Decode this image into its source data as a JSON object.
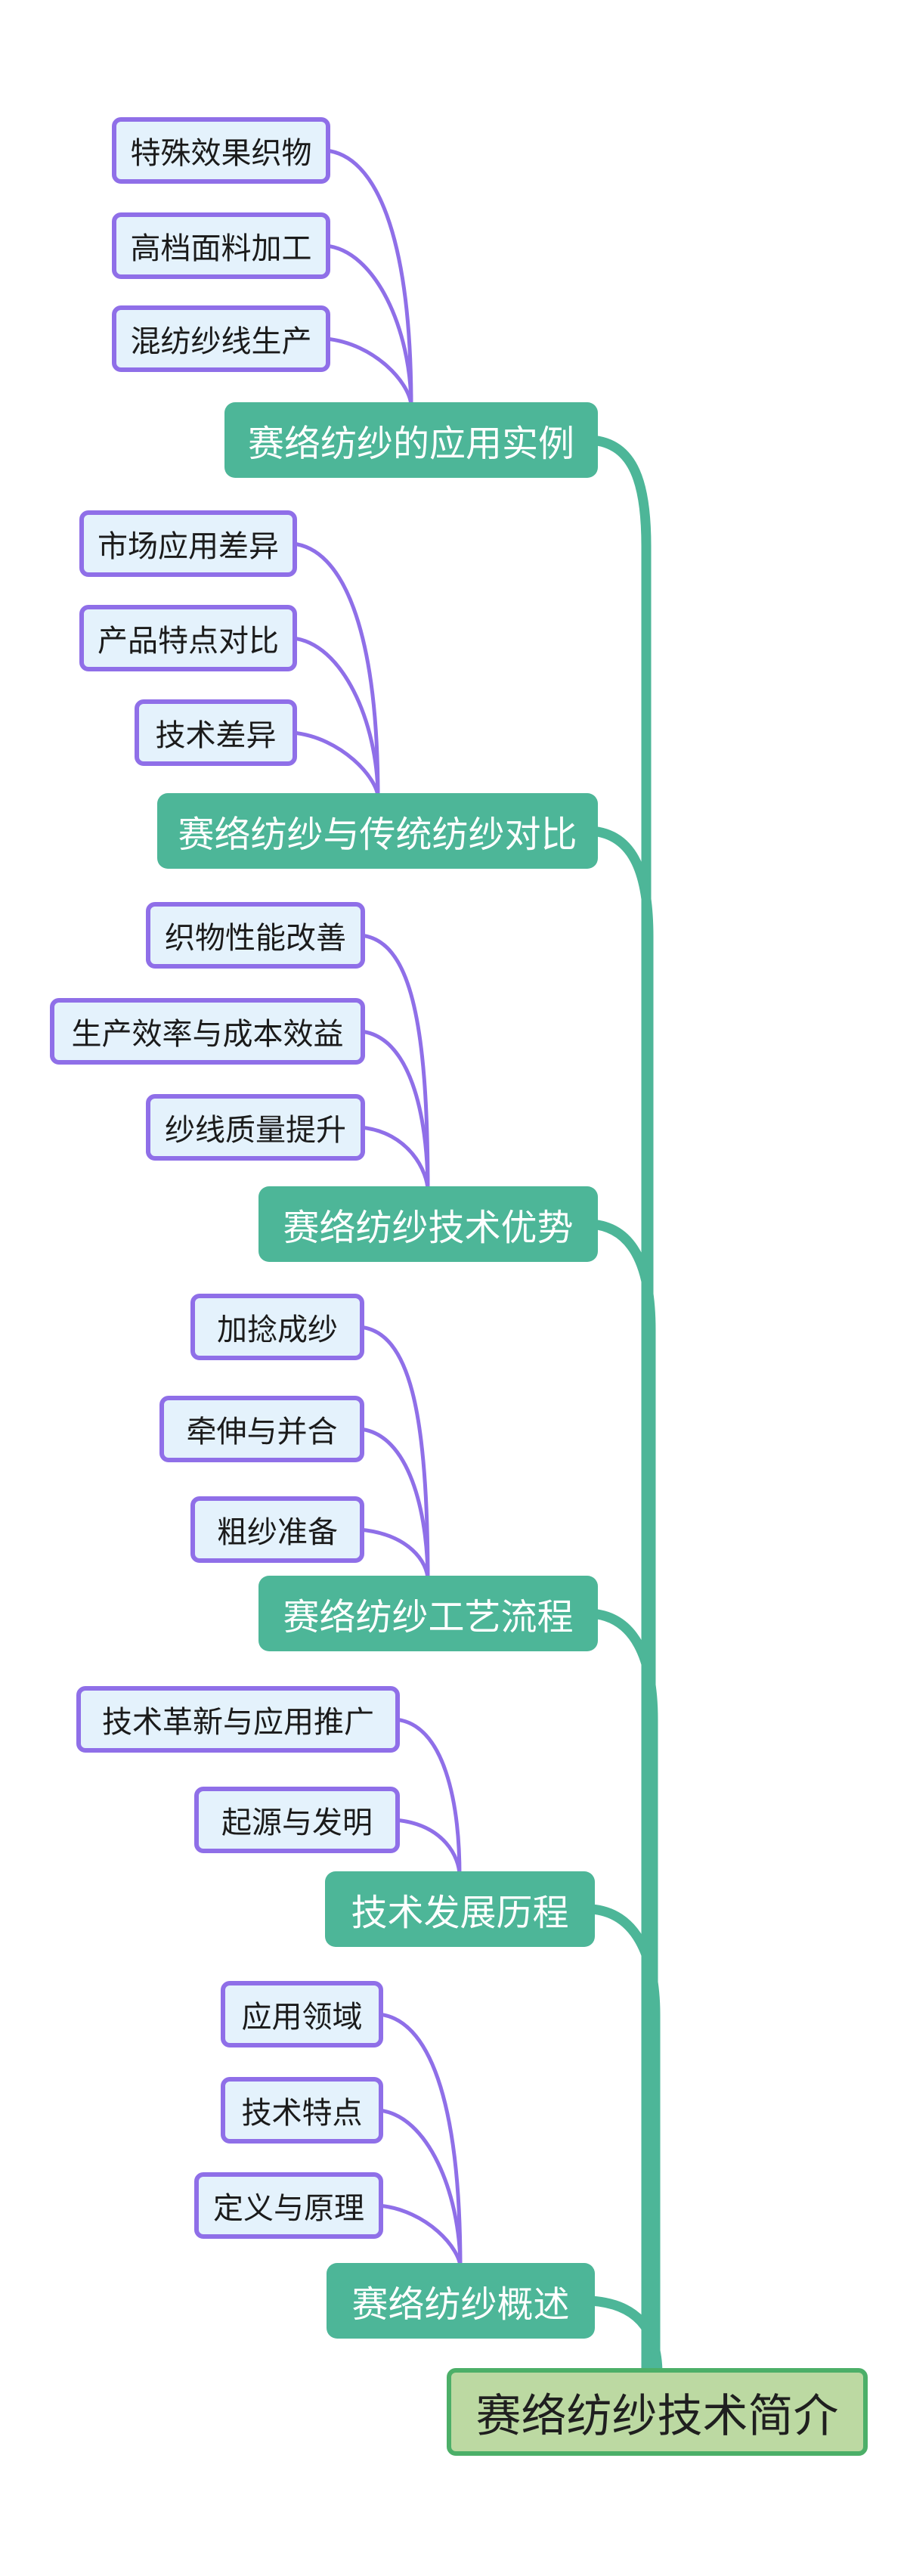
{
  "root": {
    "label": "赛络纺纱技术简介"
  },
  "branches": [
    {
      "label": "赛络纺纱的应用实例",
      "children": [
        {
          "label": "特殊效果织物"
        },
        {
          "label": "高档面料加工"
        },
        {
          "label": "混纺纱线生产"
        }
      ]
    },
    {
      "label": "赛络纺纱与传统纺纱对比",
      "children": [
        {
          "label": "市场应用差异"
        },
        {
          "label": "产品特点对比"
        },
        {
          "label": "技术差异"
        }
      ]
    },
    {
      "label": "赛络纺纱技术优势",
      "children": [
        {
          "label": "织物性能改善"
        },
        {
          "label": "生产效率与成本效益"
        },
        {
          "label": "纱线质量提升"
        }
      ]
    },
    {
      "label": "赛络纺纱工艺流程",
      "children": [
        {
          "label": "加捻成纱"
        },
        {
          "label": "牵伸与并合"
        },
        {
          "label": "粗纱准备"
        }
      ]
    },
    {
      "label": "技术发展历程",
      "children": [
        {
          "label": "技术革新与应用推广"
        },
        {
          "label": "起源与发明"
        }
      ]
    },
    {
      "label": "赛络纺纱概述",
      "children": [
        {
          "label": "应用领域"
        },
        {
          "label": "技术特点"
        },
        {
          "label": "定义与原理"
        }
      ]
    }
  ],
  "colors": {
    "background": "#ffffff",
    "branch_fill": "#4db698",
    "branch_text": "#ffffff",
    "leaf_fill": "#e4f2fc",
    "leaf_border": "#8f6fe8",
    "leaf_text": "#1b1b1b",
    "root_fill": "#bcd9a2",
    "root_border": "#4caf68",
    "root_text": "#1f1f1f",
    "connector_teal": "#4db698",
    "connector_purple": "#8f6fe8"
  }
}
